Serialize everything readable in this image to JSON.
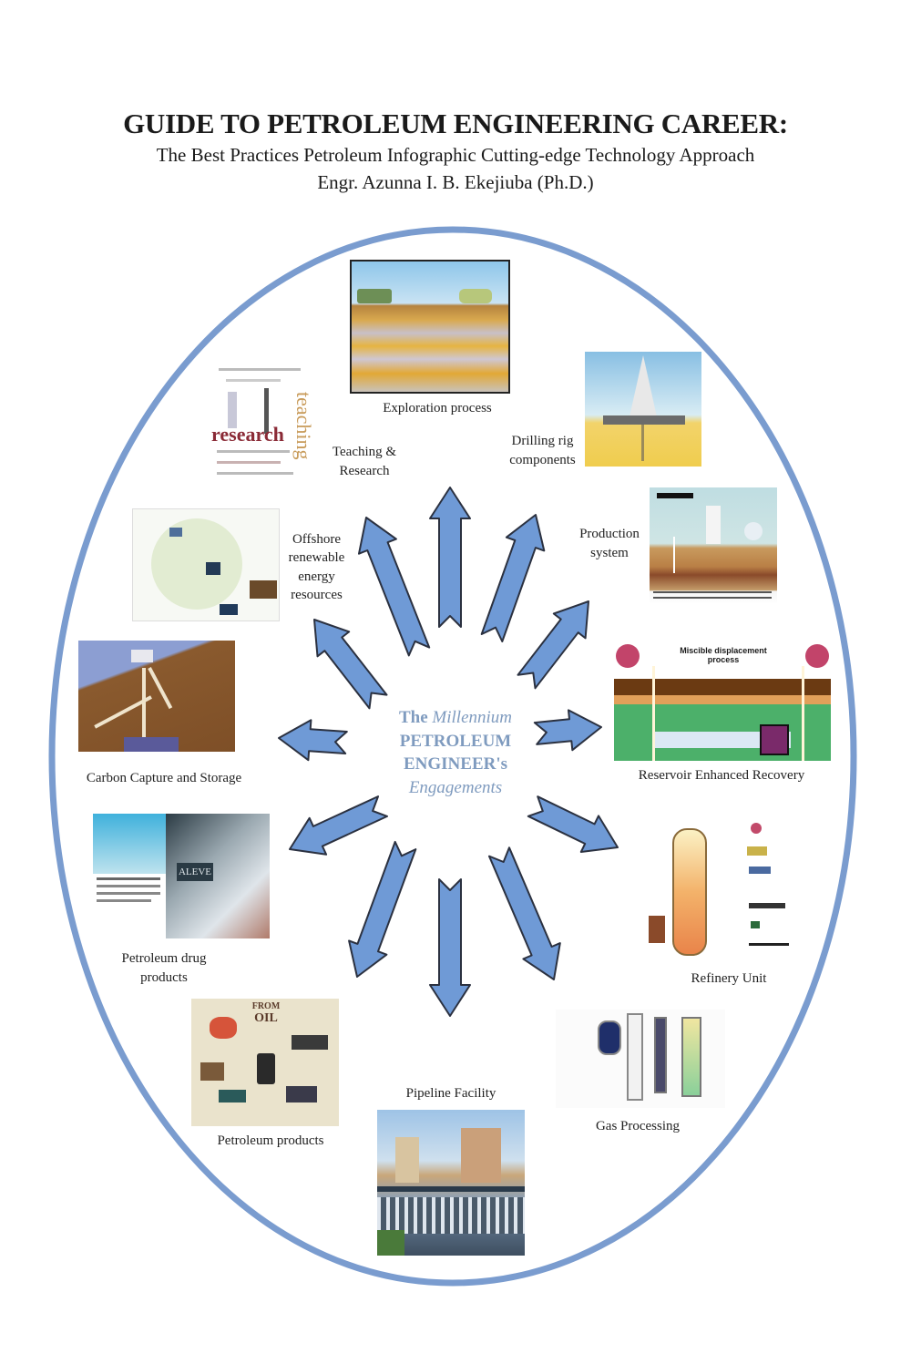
{
  "header": {
    "title": "GUIDE TO PETROLEUM ENGINEERING CAREER:",
    "subtitle": "The Best Practices Petroleum Infographic Cutting-edge Technology Approach",
    "author": "Engr. Azunna I. B. Ekejiuba (Ph.D.)"
  },
  "center": {
    "line1_plain": "The ",
    "line1_italic": "Millennium",
    "line2": "PETROLEUM",
    "line3": "ENGINEER's",
    "line4": "Engagements"
  },
  "colors": {
    "ring": "#7a9ccf",
    "arrow_fill": "#6f9ad6",
    "arrow_stroke": "#2b3140",
    "center_text": "#7f9bbf"
  },
  "engagements": [
    {
      "id": "exploration",
      "label": "Exploration process"
    },
    {
      "id": "drilling",
      "label_lines": [
        "Drilling rig",
        "components"
      ]
    },
    {
      "id": "production",
      "label_lines": [
        "Production",
        "system"
      ]
    },
    {
      "id": "eor",
      "label": "Reservoir Enhanced Recovery",
      "image_caption": "Miscible displacement process"
    },
    {
      "id": "refinery",
      "label": "Refinery Unit"
    },
    {
      "id": "gas",
      "label": "Gas Processing"
    },
    {
      "id": "pipeline",
      "label": "Pipeline Facility"
    },
    {
      "id": "products",
      "label": "Petroleum products",
      "image_caption_lines": [
        "FROM",
        "OIL"
      ]
    },
    {
      "id": "drugs",
      "label_lines": [
        "Petroleum drug",
        "products"
      ],
      "image_caption": "ALEVE"
    },
    {
      "id": "ccs",
      "label": "Carbon Capture and Storage"
    },
    {
      "id": "offshore",
      "label_lines": [
        "Offshore",
        "renewable",
        "energy",
        "resources"
      ]
    },
    {
      "id": "teaching",
      "label_lines": [
        "Teaching &",
        "Research"
      ],
      "wordcloud": [
        "research",
        "teaching"
      ]
    }
  ]
}
